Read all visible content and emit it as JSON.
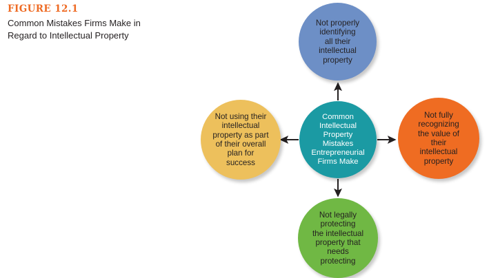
{
  "caption": {
    "figure_label": "FIGURE 12.1",
    "text": "Common Mistakes Firms Make in Regard to Intellectual Property",
    "label_color": "#ee6a23",
    "text_color": "#231f20"
  },
  "chart_data": {
    "type": "diagram",
    "layout": "radial-hub-and-spoke",
    "title": "Common Mistakes Firms Make in Regard to Intellectual Property",
    "hub": {
      "id": "center",
      "label": "Common\nIntellectual\nProperty\nMistakes\nEntrepreneurial\nFirms Make",
      "color": "#1b9aa3",
      "text_color": "#ffffff"
    },
    "nodes": [
      {
        "id": "top",
        "position": "top",
        "label": "Not properly\nidentifying\nall their\nintellectual\nproperty",
        "color": "#6d8fc6",
        "text_color": "#231f20"
      },
      {
        "id": "right",
        "position": "right",
        "label": "Not fully\nrecognizing\nthe value of\ntheir\nintellectual\nproperty",
        "color": "#ef6c22",
        "text_color": "#231f20"
      },
      {
        "id": "bottom",
        "position": "bottom",
        "label": "Not legally\nprotecting\nthe intellectual\nproperty that\nneeds\nprotecting",
        "color": "#70b844",
        "text_color": "#231f20"
      },
      {
        "id": "left",
        "position": "left",
        "label": "Not using their\nintellectual\nproperty as part\nof their overall\nplan for\nsuccess",
        "color": "#edc05c",
        "text_color": "#231f20"
      }
    ],
    "connectors": [
      {
        "from": "center",
        "to": "top",
        "direction": "up",
        "style": "single-arrow",
        "color": "#231f20"
      },
      {
        "from": "center",
        "to": "right",
        "direction": "right",
        "style": "single-arrow",
        "color": "#231f20"
      },
      {
        "from": "center",
        "to": "bottom",
        "direction": "down",
        "style": "single-arrow",
        "color": "#231f20"
      },
      {
        "from": "center",
        "to": "left",
        "direction": "left",
        "style": "single-arrow",
        "color": "#231f20"
      }
    ]
  }
}
